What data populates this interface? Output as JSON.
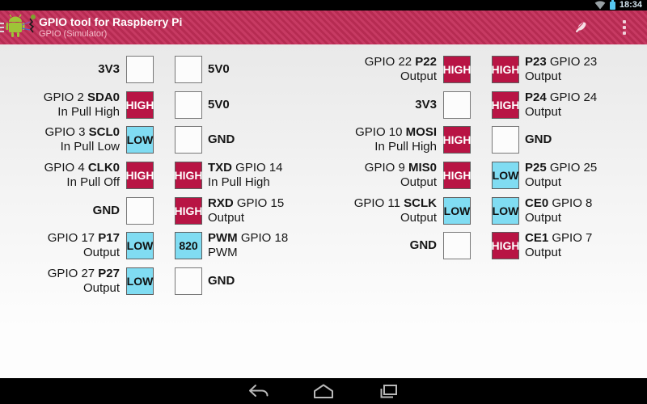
{
  "status_bar": {
    "time": "18:34",
    "icons": [
      "wifi-icon",
      "battery-icon"
    ]
  },
  "app_bar": {
    "title": "GPIO tool for Raspberry Pi",
    "subtitle": "GPIO (Simulator)",
    "actions": [
      "paint-brush-icon",
      "overflow-menu-icon"
    ]
  },
  "colors": {
    "high_bg": "#b81444",
    "low_bg": "#80dcf2",
    "app_bar_bg": "#c73a63",
    "app_bar_stripe": "#b62b52",
    "android_green": "#9ec437"
  },
  "pins": {
    "left": [
      {
        "outer": {
          "pre": "",
          "name": "3V3",
          "post": "",
          "sub": ""
        },
        "outer_state": "",
        "inner_state": "",
        "inner": {
          "pre": "",
          "name": "5V0",
          "post": "",
          "sub": ""
        }
      },
      {
        "outer": {
          "pre": "GPIO 2 ",
          "name": "SDA0",
          "post": "",
          "sub": "In Pull High"
        },
        "outer_state": "HIGH",
        "inner_state": "",
        "inner": {
          "pre": "",
          "name": "5V0",
          "post": "",
          "sub": ""
        }
      },
      {
        "outer": {
          "pre": "GPIO 3 ",
          "name": "SCL0",
          "post": "",
          "sub": "In Pull Low"
        },
        "outer_state": "LOW",
        "inner_state": "",
        "inner": {
          "pre": "",
          "name": "GND",
          "post": "",
          "sub": ""
        }
      },
      {
        "outer": {
          "pre": "GPIO 4 ",
          "name": "CLK0",
          "post": "",
          "sub": "In Pull Off"
        },
        "outer_state": "HIGH",
        "inner_state": "HIGH",
        "inner": {
          "pre": "",
          "name": "TXD",
          "post": " GPIO 14",
          "sub": "In Pull High"
        }
      },
      {
        "outer": {
          "pre": "",
          "name": "GND",
          "post": "",
          "sub": ""
        },
        "outer_state": "",
        "inner_state": "HIGH",
        "inner": {
          "pre": "",
          "name": "RXD",
          "post": " GPIO 15",
          "sub": "Output"
        }
      },
      {
        "outer": {
          "pre": "GPIO 17 ",
          "name": "P17",
          "post": "",
          "sub": "Output"
        },
        "outer_state": "LOW",
        "inner_state": "820",
        "inner": {
          "pre": "",
          "name": "PWM",
          "post": " GPIO 18",
          "sub": "PWM"
        }
      },
      {
        "outer": {
          "pre": "GPIO 27 ",
          "name": "P27",
          "post": "",
          "sub": "Output"
        },
        "outer_state": "LOW",
        "inner_state": "",
        "inner": {
          "pre": "",
          "name": "GND",
          "post": "",
          "sub": ""
        }
      }
    ],
    "right": [
      {
        "outer": {
          "pre": "GPIO 22 ",
          "name": "P22",
          "post": "",
          "sub": "Output"
        },
        "outer_state": "HIGH",
        "inner_state": "HIGH",
        "inner": {
          "pre": "",
          "name": "P23",
          "post": " GPIO 23",
          "sub": "Output"
        }
      },
      {
        "outer": {
          "pre": "",
          "name": "3V3",
          "post": "",
          "sub": ""
        },
        "outer_state": "",
        "inner_state": "HIGH",
        "inner": {
          "pre": "",
          "name": "P24",
          "post": " GPIO 24",
          "sub": "Output"
        }
      },
      {
        "outer": {
          "pre": "GPIO 10 ",
          "name": "MOSI",
          "post": "",
          "sub": "In Pull High"
        },
        "outer_state": "HIGH",
        "inner_state": "",
        "inner": {
          "pre": "",
          "name": "GND",
          "post": "",
          "sub": ""
        }
      },
      {
        "outer": {
          "pre": "GPIO 9 ",
          "name": "MIS0",
          "post": "",
          "sub": "Output"
        },
        "outer_state": "HIGH",
        "inner_state": "LOW",
        "inner": {
          "pre": "",
          "name": "P25",
          "post": " GPIO 25",
          "sub": "Output"
        }
      },
      {
        "outer": {
          "pre": "GPIO 11 ",
          "name": "SCLK",
          "post": "",
          "sub": "Output"
        },
        "outer_state": "LOW",
        "inner_state": "LOW",
        "inner": {
          "pre": "",
          "name": "CE0",
          "post": " GPIO 8",
          "sub": "Output"
        }
      },
      {
        "outer": {
          "pre": "",
          "name": "GND",
          "post": "",
          "sub": ""
        },
        "outer_state": "",
        "inner_state": "HIGH",
        "inner": {
          "pre": "",
          "name": "CE1",
          "post": " GPIO 7",
          "sub": "Output"
        }
      }
    ]
  },
  "nav_bar": {
    "buttons": [
      "back",
      "home",
      "recents"
    ]
  }
}
